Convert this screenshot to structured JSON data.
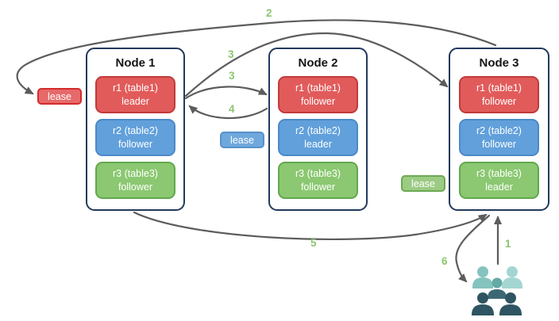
{
  "nodes": [
    {
      "title": "Node 1",
      "replicas": [
        {
          "name": "r1 (table1)",
          "role": "leader",
          "color": "red"
        },
        {
          "name": "r2 (table2)",
          "role": "follower",
          "color": "blue"
        },
        {
          "name": "r3 (table3)",
          "role": "follower",
          "color": "green"
        }
      ]
    },
    {
      "title": "Node 2",
      "replicas": [
        {
          "name": "r1 (table1)",
          "role": "follower",
          "color": "red"
        },
        {
          "name": "r2 (table2)",
          "role": "leader",
          "color": "blue"
        },
        {
          "name": "r3 (table3)",
          "role": "follower",
          "color": "green"
        }
      ]
    },
    {
      "title": "Node 3",
      "replicas": [
        {
          "name": "r1 (table1)",
          "role": "follower",
          "color": "red"
        },
        {
          "name": "r2 (table2)",
          "role": "follower",
          "color": "blue"
        },
        {
          "name": "r3 (table3)",
          "role": "leader",
          "color": "green"
        }
      ]
    }
  ],
  "leases": [
    {
      "label": "lease",
      "color": "red"
    },
    {
      "label": "lease",
      "color": "blue"
    },
    {
      "label": "lease",
      "color": "green"
    }
  ],
  "steps": {
    "s1": "1",
    "s2": "2",
    "s3_to_node3": "3",
    "s3_to_node2": "3",
    "s4": "4",
    "s5": "5",
    "s6": "6"
  },
  "icons": {
    "users_group": "users-group-icon"
  },
  "colors": {
    "replica_red_fill": "#e25b5b",
    "replica_red_border": "#c13b3b",
    "replica_blue_fill": "#61a0db",
    "replica_blue_border": "#4c89c8",
    "replica_green_fill": "#8bc871",
    "replica_green_border": "#62a84e",
    "node_border": "#21395c",
    "arrow_gray": "#5c5c5c",
    "step_number_green": "#8cc571",
    "lease_red_fill": "#e66a6a",
    "lease_red_border": "#d32b2b",
    "lease_blue_fill": "#6fa8dc",
    "lease_blue_border": "#5891c9",
    "lease_green_fill": "#9ccb84",
    "lease_green_border": "#6ca953",
    "users_light_teal": "#a3d6d2",
    "users_mid_teal": "#63a9a5",
    "users_dark_slate": "#2e5561"
  }
}
